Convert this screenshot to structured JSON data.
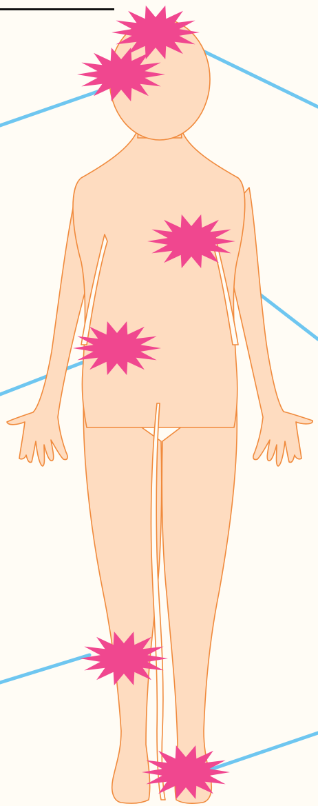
{
  "header": {
    "title_fragment": ""
  },
  "colors": {
    "background": "#fffcf5",
    "skin_fill": "#fedcc0",
    "skin_outline": "#f08a3c",
    "pain_marker": "#f0478f",
    "callout_line": "#6ec6f0",
    "header_rule": "#111111"
  },
  "body_figure": {
    "pose": "front",
    "icon": "human-figure-icon"
  },
  "pain_markers": [
    {
      "region": "head-top",
      "icon": "pain-burst-icon"
    },
    {
      "region": "temple",
      "icon": "pain-burst-icon"
    },
    {
      "region": "chest",
      "icon": "pain-burst-icon"
    },
    {
      "region": "hip",
      "icon": "pain-burst-icon"
    },
    {
      "region": "knee",
      "icon": "pain-burst-icon"
    },
    {
      "region": "ankle",
      "icon": "pain-burst-icon"
    }
  ]
}
